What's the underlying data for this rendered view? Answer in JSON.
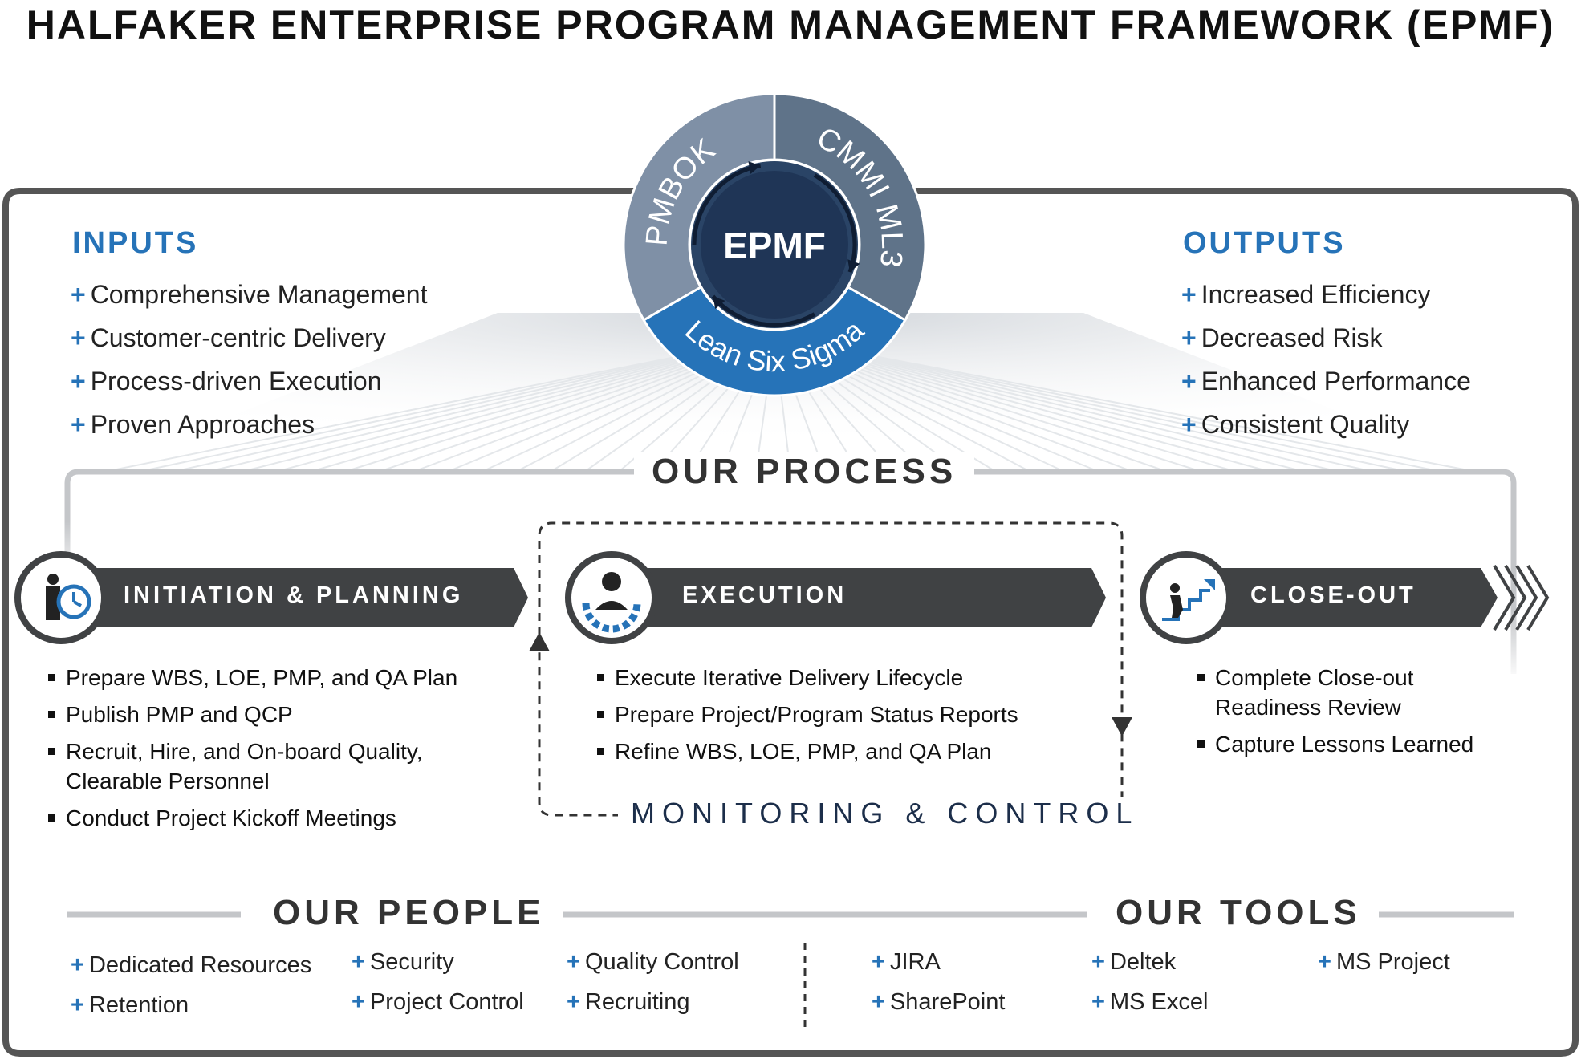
{
  "title": "HALFAKER ENTERPRISE PROGRAM MANAGEMENT FRAMEWORK (EPMF)",
  "hub": {
    "center": "EPMF",
    "segments": [
      "PMBOK",
      "CMMI ML3",
      "Lean Six Sigma"
    ],
    "colors": {
      "left": "#7f90a6",
      "right": "#5f7389",
      "bottom": "#2673b8",
      "core": "#1f3556"
    }
  },
  "inputs": {
    "heading": "INPUTS",
    "items": [
      "Comprehensive Management",
      "Customer-centric Delivery",
      "Process-driven Execution",
      "Proven Approaches"
    ]
  },
  "outputs": {
    "heading": "OUTPUTS",
    "items": [
      "Increased Efficiency",
      "Decreased Risk",
      "Enhanced Performance",
      "Consistent Quality"
    ]
  },
  "process": {
    "title": "OUR PROCESS",
    "stages": [
      {
        "label": "INITIATION & PLANNING",
        "icon": "person-clock-icon",
        "items": [
          "Prepare WBS, LOE, PMP, and QA Plan",
          "Publish PMP and QCP",
          "Recruit, Hire, and On-board Quality, Clearable Personnel",
          "Conduct Project Kickoff Meetings"
        ]
      },
      {
        "label": "EXECUTION",
        "icon": "person-gear-icon",
        "items": [
          "Execute Iterative Delivery Lifecycle",
          "Prepare Project/Program Status Reports",
          "Refine WBS, LOE, PMP, and QA Plan"
        ]
      },
      {
        "label": "CLOSE-OUT",
        "icon": "person-climbing-stairs-icon",
        "items": [
          "Complete Close-out Readiness Review",
          "Capture Lessons Learned"
        ]
      }
    ],
    "loop_label": "MONITORING & CONTROL"
  },
  "people": {
    "title": "OUR PEOPLE",
    "columns": [
      [
        "Dedicated Resources",
        "Retention"
      ],
      [
        "Security",
        "Project Control"
      ],
      [
        "Quality Control",
        "Recruiting"
      ]
    ]
  },
  "tools": {
    "title": "OUR TOOLS",
    "columns": [
      [
        "JIRA",
        "SharePoint"
      ],
      [
        "Deltek",
        "MS Excel"
      ],
      [
        "MS Project"
      ]
    ]
  },
  "colors": {
    "accent": "#2673b8",
    "banner": "#404244",
    "frame": "#555555"
  }
}
